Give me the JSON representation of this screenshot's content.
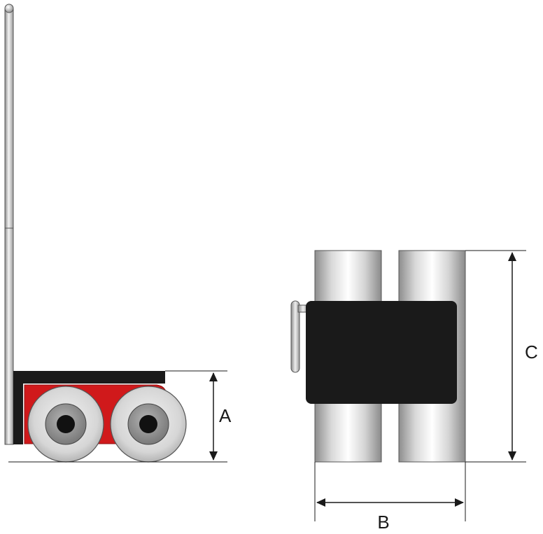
{
  "dimensions": {
    "a_label": "A",
    "b_label": "B",
    "c_label": "C"
  },
  "colors": {
    "chassis_red": "#d0191b",
    "plate_black": "#1a1a1a",
    "line": "#1a1a1a"
  }
}
